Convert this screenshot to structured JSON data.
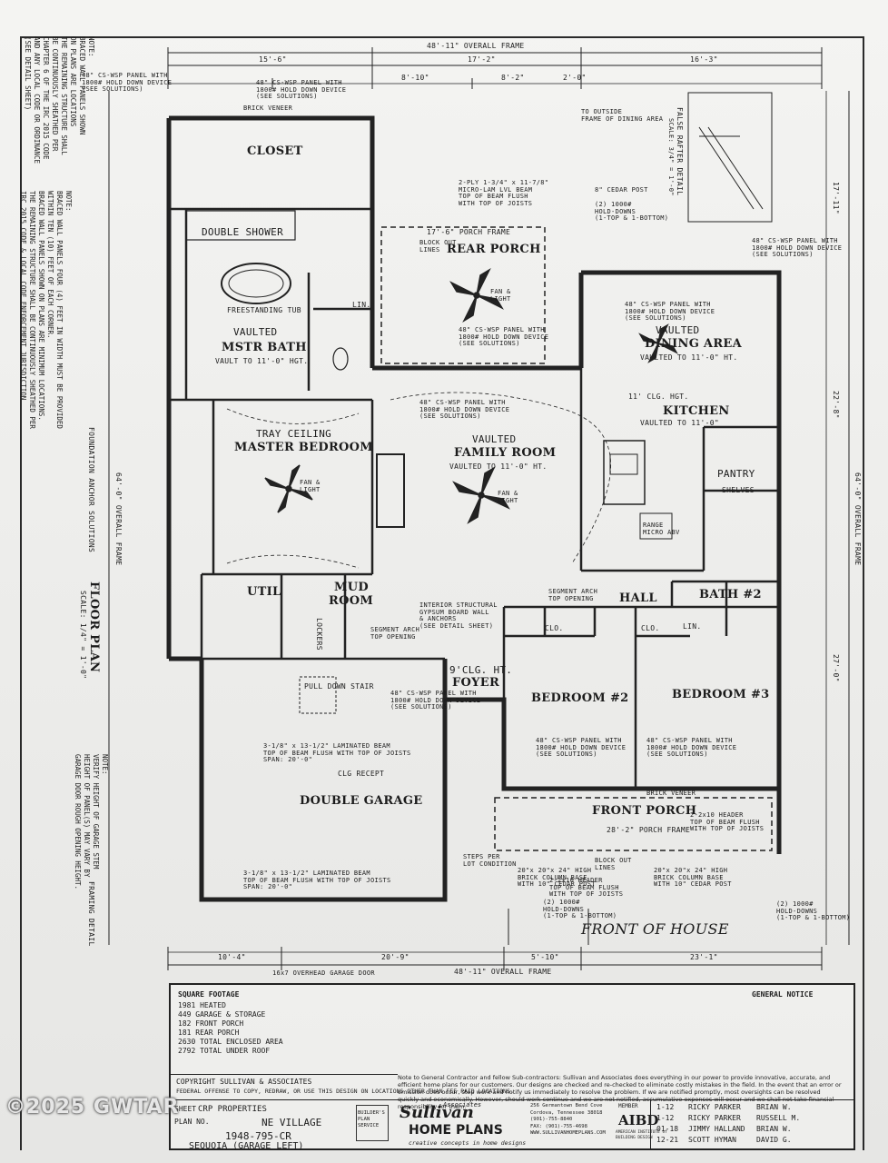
{
  "frame": {
    "overall_top": "48'-11\" OVERALL FRAME",
    "overall_bottom": "48'-11\" OVERALL FRAME",
    "overall_left": "64'-0\" OVERALL FRAME",
    "overall_right": "64'-0\" OVERALL FRAME",
    "dim_top": [
      "15'-6\"",
      "17'-2\"",
      "16'-3\""
    ],
    "dim_top2": [
      "8'-10\"",
      "8'-2\"",
      "2'-0\""
    ],
    "dim_bottom": [
      "10'-4\"",
      "20'-9\"",
      "5'-10\"",
      "23'-1\""
    ],
    "dim_right": [
      "17'-11\"",
      "22'-8\"",
      "27'-0\""
    ]
  },
  "rooms": {
    "closet": "CLOSET",
    "double_shower": "DOUBLE SHOWER",
    "mstr_bath": "MSTR BATH",
    "mstr_bath_sub": "VAULTED",
    "mstr_bath_vault": "VAULT TO 11'-0\" HGT.",
    "freestanding_tub": "FREESTANDING TUB",
    "master_bedroom": "MASTER BEDROOM",
    "tray_ceiling": "TRAY CEILING",
    "rear_porch": "REAR PORCH",
    "family_room": "FAMILY ROOM",
    "family_room_sub": "VAULTED",
    "family_room_vault": "VAULTED TO 11'-0\" HT.",
    "dining_area": "DINING AREA",
    "dining_sub": "VAULTED",
    "dining_vault": "VAULTED TO 11'-0\" HT.",
    "kitchen": "KITCHEN",
    "kitchen_clg": "11' CLG. HGT.",
    "kitchen_vault": "VAULTED TO 11'-0\"",
    "pantry": "PANTRY",
    "shelves": "SHELVES",
    "util": "UTIL",
    "mud_room": "MUD",
    "mud_room2": "ROOM",
    "lockers": "LOCKERS",
    "hall": "HALL",
    "bath2": "BATH #2",
    "lin": "LIN.",
    "lin2": "LIN.",
    "foyer": "FOYER",
    "foyer_clg": "9'CLG. HT.",
    "bedroom2": "BEDROOM #2",
    "bedroom3": "BEDROOM #3",
    "clo1": "CLO.",
    "clo2": "CLO.",
    "double_garage": "DOUBLE GARAGE",
    "front_porch": "FRONT PORCH",
    "front_of_house": "FRONT OF HOUSE",
    "false_rafter": "FALSE RAFTER DETAIL",
    "false_rafter_scale": "SCALE: 3/4\" = 1'-0\"",
    "floor_plan": "FLOOR PLAN",
    "floor_plan_scale": "SCALE: 1/4\" = 1'-0\"",
    "framing_detail": "FRAMING DETAIL",
    "foundation_anchor": "FOUNDATION ANCHOR SOLUTIONS"
  },
  "notes": {
    "left_note_1": "NOTE:\nBRACED WALL PANELS SHOWN\nON PLANS ARE LOCATIONS\nTHE REMAINING STRUCTURE SHALL\nBE CONTINUOUSLY SHEATHED PER\nCHAPTER 6 OF THE IRC 2015 CODE\nAND ANY LOCAL CODE OR ORDINANCE\n(SEE DETAIL SHEET)",
    "left_note_2": "NOTE:\nBRACED WALL PANELS FOUR (4) FEET IN WIDTH MUST BE PROVIDED\nWITHIN TEN (10) FEET OF EACH CORNER.\nBRACED WALL PANELS SHOWN ON PLANS ARE MINIMUM LOCATIONS.\nTHE REMAINING STRUCTURE SHALL BE CONTINUOUSLY SHEATHED PER\nIRC 2015 CODE & LOCAL CODE ENFORCEMENT JURISDICTION",
    "garage_note": "NOTE:\nVERIFY HEIGHT OF GARAGE STEM\nHEIGHT OF PANEL(S) MAY VARY BY\nGARAGE DOOR ROUGH OPENING HEIGHT."
  },
  "callouts": {
    "cs_wsp_panel": "48\" CS-WSP PANEL WITH\n1800# HOLD DOWN DEVICE\n(SEE SOLUTIONS)",
    "micro_lam": "2-PLY 1-3/4\" x 11-7/8\"\nMICRO-LAM LVL BEAM\nTOP OF BEAM FLUSH\nWITH TOP OF JOISTS",
    "cedar_post": "8\" CEDAR POST",
    "hold_downs": "(2) 1000#\nHOLD-DOWNS\n(1-TOP & 1-BOTTOM)",
    "porch_frame_top": "17'-6\" PORCH FRAME",
    "porch_frame_bottom": "28'-2\" PORCH FRAME",
    "laminated_beam": "3-1/8\" x 13-1/2\" LAMINATED BEAM\nTOP OF BEAM FLUSH WITH TOP OF JOISTS\nSPAN: 20'-0\"",
    "garage_door": "16x7 OVERHEAD GARAGE DOOR",
    "brick_veneer": "BRICK VENEER",
    "interior_gypsum": "INTERIOR STRUCTURAL\nGYPSUM BOARD WALL\n& ANCHORS\n(SEE DETAIL SHEET)",
    "segment_arch": "SEGMENT ARCH\nTOP OPENING",
    "fan_light": "FAN &\nLIGHT",
    "range": "RANGE\nMICRO ABV",
    "island": "48\" CS-WSP PANEL",
    "brick_column": "20\"x 20\"x 24\" HIGH\nBRICK COLUMN BASE\nWITH 10\" CEDAR POST",
    "header": "2-2x10 HEADER\nTOP OF BEAM FLUSH\nWITH TOP OF JOISTS",
    "steps": "STEPS PER\nLOT CONDITION",
    "block_out": "BLOCK OUT\nLINES",
    "out_of_frame": "TO OUTSIDE\nFRAME OF DINING AREA",
    "pull_down": "PULL DOWN\nSTAIR",
    "clg_receipt": "CLG\nRECEPT"
  },
  "title_block": {
    "general_notice": "GENERAL NOTICE",
    "copyright": "COPYRIGHT SULLIVAN & ASSOCIATES",
    "federal_offense": "FEDERAL OFFENSE TO COPY, REDRAW, OR USE THIS DESIGN ON LOCATIONS OTHER THAN FEE PAID LOCATIONS.",
    "note_contractor": "Note to General Contractor and fellow Sub-contractors: Sullivan and Associates does everything in our power to provide innovative, accurate, and efficient home plans for our customers. Our designs are checked and re-checked to eliminate costly mistakes in the field. In the event that an error or omission does occur, stop work and notify us immediately to resolve the problem. If we are notified promptly, most oversights can be resolved quickly and economically. However, should work continue and we are not notified, accumulative expenses will occur and we shall not take financial responsibility for them.",
    "square_footage": "SQUARE FOOTAGE",
    "sqft_lines": [
      "1981 HEATED",
      "449 GARAGE & STORAGE",
      "182 FRONT PORCH",
      "181 REAR PORCH",
      "2630 TOTAL ENCLOSED AREA",
      "2792 TOTAL UNDER ROOF"
    ],
    "crp_properties": "CRP PROPERTIES",
    "lone_village": "NE VILLAGE",
    "sheet": "SHEET",
    "plan_no": "PLAN NO.",
    "plan_number": "1948-795-CR",
    "plan_name": "SEQUOIA (GARAGE LEFT)",
    "builder_plan_service": "BUILDER'S\nPLAN\nSERVICE",
    "brand_top": "Sullivan",
    "brand_assoc": "Associates",
    "brand_home_plans": "HOME PLANS",
    "brand_tagline": "creative concepts in home designs",
    "address": "256 Germantown Bend Cove\nCordova, Tennessee 38018\n(901)-755-8840\nFAX: (901)-755-4698\nWWW.SULLIVANHOMEPLANS.COM",
    "member": "MEMBER",
    "aibd": "AIBD",
    "aibd_sub": "AMERICAN INSTITUTE of\nBUILDING DESIGN",
    "revisions": [
      {
        "date": "1-12",
        "drawn": "RICKY PARKER",
        "checked": "BRIAN W."
      },
      {
        "date": "1-12",
        "drawn": "RICKY PARKER",
        "checked": "RUSSELL M."
      },
      {
        "date": "01-18",
        "drawn": "JIMMY HALLAND",
        "checked": "BRIAN W."
      },
      {
        "date": "12-21",
        "drawn": "SCOTT HYMAN",
        "checked": "DAVID G."
      }
    ]
  },
  "watermark": "©2025 GWTAR"
}
